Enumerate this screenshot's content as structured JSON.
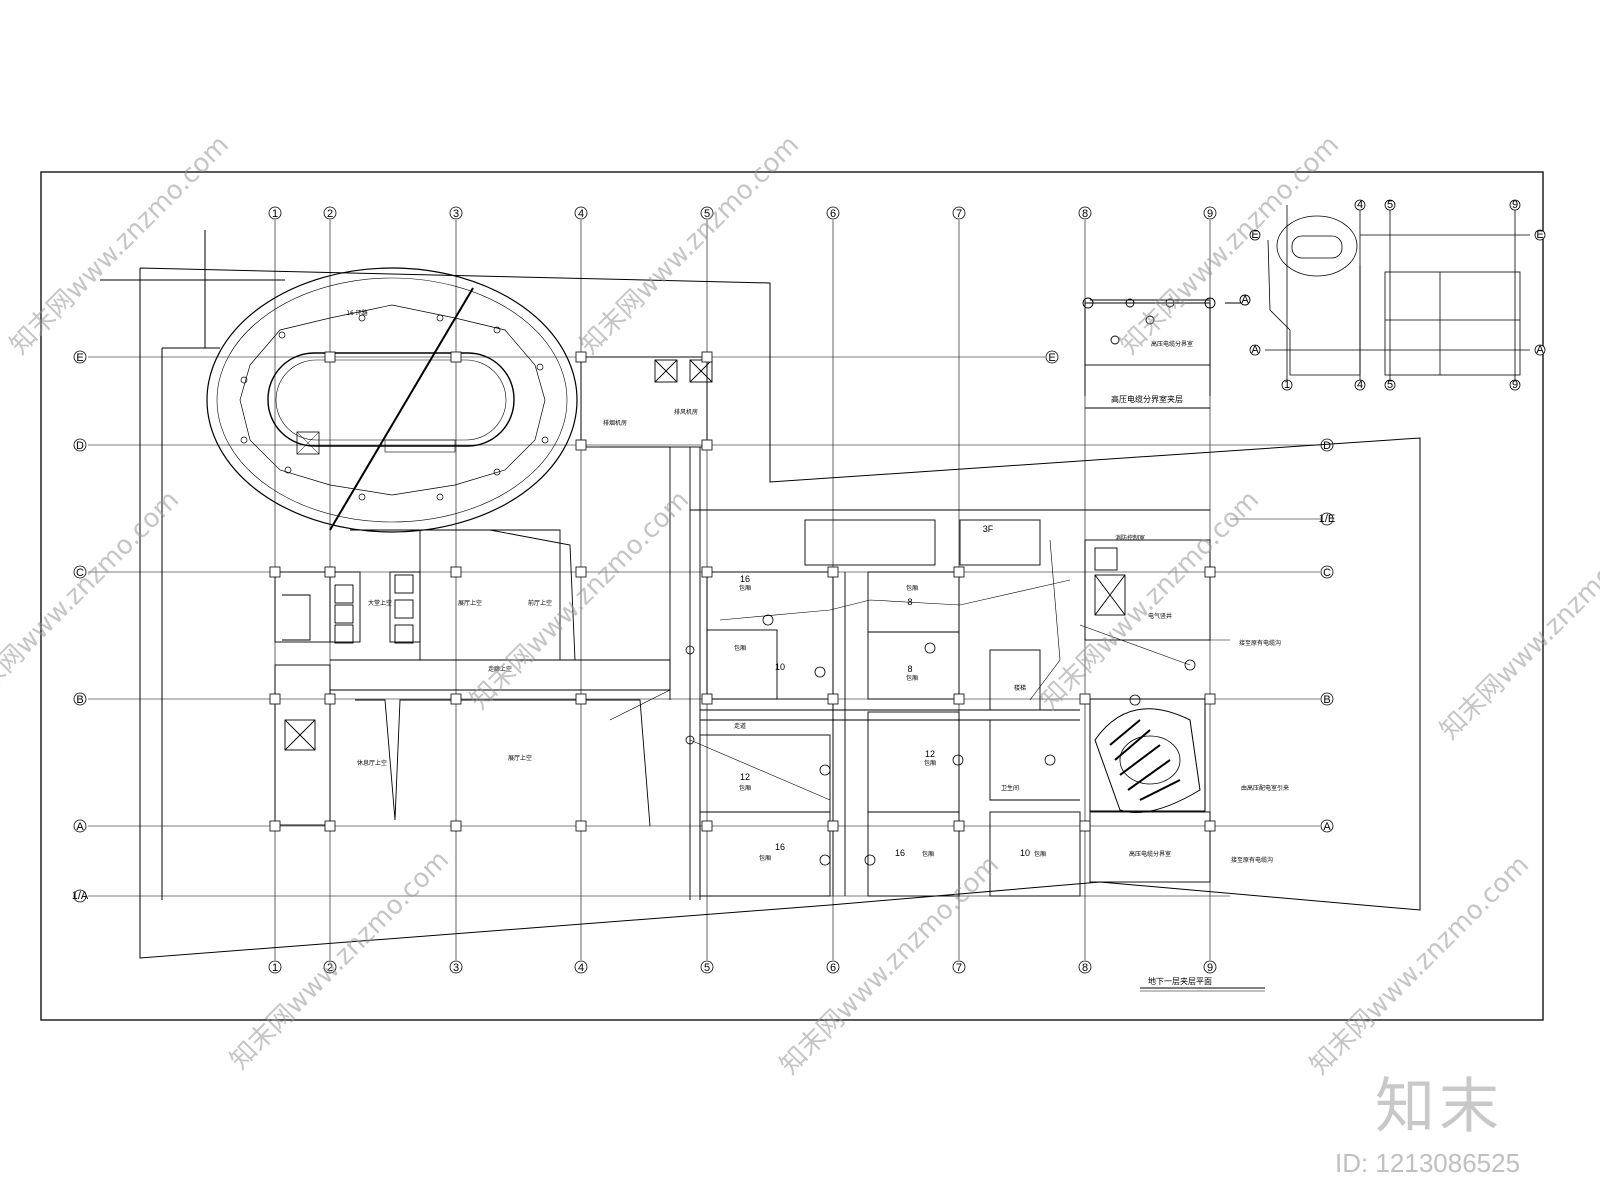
{
  "drawing": {
    "main_title": "地下一层夹层平面",
    "detail_title": "高压电缆分界室夹层"
  },
  "axes": {
    "columns": [
      "1",
      "2",
      "3",
      "4",
      "5",
      "6",
      "7",
      "8",
      "9"
    ],
    "rows": [
      "E",
      "D",
      "C",
      "B",
      "A"
    ],
    "extra_rows": [
      "1/E",
      "1/A"
    ],
    "detail_columns": [
      "8",
      "9"
    ],
    "detail_rows": [
      "A"
    ],
    "keyplan_columns": [
      "1",
      "4",
      "5",
      "9"
    ],
    "keyplan_rows": [
      "E",
      "A"
    ]
  },
  "rooms": {
    "corridor_upper": "走廊上空",
    "lobby_upper": "大堂上空",
    "hall_upper_1": "展厅上空",
    "hall_upper_2": "前厅上空",
    "lounge_upper": "休息厅上空",
    "hall_upper_3": "展厅上空",
    "ktv_16a": "包厢",
    "ktv_10": "包厢",
    "ktv_8a": "包厢",
    "ktv_8b": "包厢",
    "ktv_12a": "包厢",
    "ktv_12b": "包厢",
    "ktv_16b": "包厢",
    "ktv_16c": "包厢",
    "ktv_10b": "包厢",
    "hv_room": "高压电缆分界室",
    "hv_room_2": "高压电缆分界室",
    "fan_room": "排风机房",
    "control": "消防控制室",
    "elec_shaft": "电气竖井",
    "stair_label": "楼梯",
    "toilet": "卫生间",
    "corridor_lower": "走道",
    "smoke_exhaust": "排烟机房",
    "note_1": "接至原有电缆沟",
    "note_2": "由高压配电室引来",
    "note_3": "接至原有电缆沟",
    "loop_label": "16 环路"
  },
  "room_numbers": {
    "n16a": "16",
    "n10": "10",
    "n8a": "8",
    "n8b": "8",
    "n12a": "12",
    "n12b": "12",
    "n16b": "16",
    "n16c": "16",
    "n10b": "10",
    "n3": "3F"
  },
  "watermark": {
    "text": "知末网www.znzmo.com",
    "brand": "知末",
    "id": "ID: 1213086525"
  },
  "colors": {
    "line": "#000000",
    "background": "#ffffff",
    "watermark": "#9a9a9a"
  }
}
